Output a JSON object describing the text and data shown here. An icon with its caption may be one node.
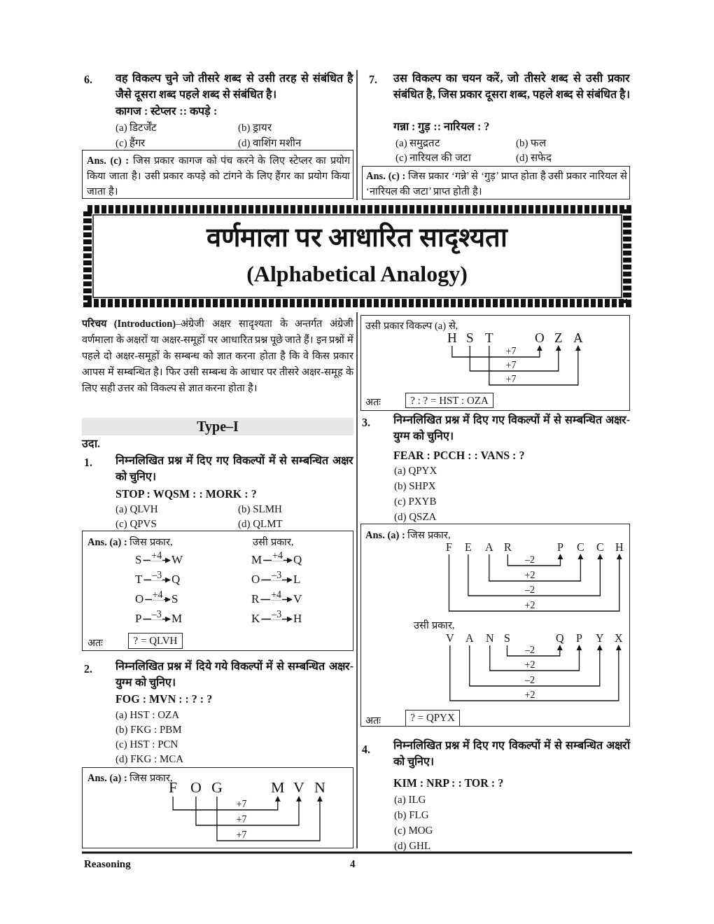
{
  "diagram": {
    "title": "वर्णमाला पर आधारित सादृश्यता",
    "nodes": [
      {
        "text": [
          "**Ans. (c) :** जिस प्रकार कागज को पंच करने के लिए स्टेप्लर का प्रयोग किया जाता है। उसी प्रकार कपड़े को टांगने के लिए हैंगर का प्रयोग किया जाता है।"
        ]
      },
      {
        "text": [
          "**Ans. (c) :** जिस प्रकार ‘गन्ने’ से ‘गुड़’ प्राप्त होता है उसी प्रकार नारियल से ‘नारियल की जटा’ प्राप्त होती है।"
        ]
      },
      {
        "text": [
          "**Ans. (a) :** जिस प्रकार,",
          "उसी प्रकार,",
          "अतः"
        ]
      },
      {
        "text": [
          "S"
        ],
        "in": 2
      },
      {
        "text": [
          "W"
        ],
        "in": 2
      },
      {
        "text": [
          "M"
        ],
        "in": 2
      },
      {
        "text": [
          "Q"
        ],
        "in": 2
      },
      {
        "text": [
          "T"
        ],
        "in": 2
      },
      {
        "text": [
          "Q"
        ],
        "in": 2
      },
      {
        "text": [
          "O"
        ],
        "in": 2
      },
      {
        "text": [
          "L"
        ],
        "in": 2
      },
      {
        "text": [
          "O"
        ],
        "in": 2
      },
      {
        "text": [
          "S"
        ],
        "in": 2
      },
      {
        "text": [
          "R"
        ],
        "in": 2
      },
      {
        "text": [
          "V"
        ],
        "in": 2
      },
      {
        "text": [
          "P"
        ],
        "in": 2
      },
      {
        "text": [
          "M"
        ],
        "in": 2
      },
      {
        "text": [
          "K"
        ],
        "in": 2
      },
      {
        "text": [
          "H"
        ],
        "in": 2
      },
      {
        "text": [
          "? = QLVH"
        ],
        "in": 2
      },
      {
        "text": [
          "**Ans. (a) :** जिस प्रकार,"
        ]
      },
      {
        "text": [
          "F"
        ],
        "in": 20
      },
      {
        "text": [
          "O"
        ],
        "in": 20
      },
      {
        "text": [
          "G"
        ],
        "in": 20
      },
      {
        "text": [
          "M"
        ],
        "in": 20
      },
      {
        "text": [
          "V"
        ],
        "in": 20
      },
      {
        "text": [
          "N"
        ],
        "in": 20
      },
      {
        "text": [
          "उसी प्रकार विकल्प (a) से,",
          "अतः"
        ]
      },
      {
        "text": [
          "H"
        ],
        "in": 27
      },
      {
        "text": [
          "S"
        ],
        "in": 27
      },
      {
        "text": [
          "T"
        ],
        "in": 27
      },
      {
        "text": [
          "O"
        ],
        "in": 27
      },
      {
        "text": [
          "Z"
        ],
        "in": 27
      },
      {
        "text": [
          "A"
        ],
        "in": 27
      },
      {
        "text": [
          "? : ? = HST : OZA"
        ],
        "in": 27
      },
      {
        "text": [
          "**Ans. (a) :** जिस प्रकार,",
          "उसी प्रकार,",
          "अतः"
        ]
      },
      {
        "text": [
          "F"
        ],
        "in": 35
      },
      {
        "text": [
          "E"
        ],
        "in": 35
      },
      {
        "text": [
          "A"
        ],
        "in": 35
      },
      {
        "text": [
          "R"
        ],
        "in": 35
      },
      {
        "text": [
          "P"
        ],
        "in": 35
      },
      {
        "text": [
          "C"
        ],
        "in": 35
      },
      {
        "text": [
          "C"
        ],
        "in": 35
      },
      {
        "text": [
          "H"
        ],
        "in": 35
      },
      {
        "text": [
          "V"
        ],
        "in": 35
      },
      {
        "text": [
          "A"
        ],
        "in": 35
      },
      {
        "text": [
          "N"
        ],
        "in": 35
      },
      {
        "text": [
          "S"
        ],
        "in": 35
      },
      {
        "text": [
          "Q"
        ],
        "in": 35
      },
      {
        "text": [
          "P"
        ],
        "in": 35
      },
      {
        "text": [
          "Y"
        ],
        "in": 35
      },
      {
        "text": [
          "X"
        ],
        "in": 35
      },
      {
        "text": [
          "? = QPYX"
        ],
        "in": 35
      }
    ],
    "edges": [
      {
        "from": 3,
        "to": 4,
        "arrow": "to",
        "label": "+4"
      },
      {
        "from": 5,
        "to": 6,
        "arrow": "to",
        "label": "+4"
      },
      {
        "from": 7,
        "to": 8,
        "arrow": "to",
        "label": "–3"
      },
      {
        "from": 9,
        "to": 10,
        "arrow": "to",
        "label": "–3"
      },
      {
        "from": 11,
        "to": 12,
        "arrow": "to",
        "label": "+4"
      },
      {
        "from": 13,
        "to": 14,
        "arrow": "to",
        "label": "+4"
      },
      {
        "from": 15,
        "to": 16,
        "arrow": "to",
        "label": "–3"
      },
      {
        "from": 17,
        "to": 18,
        "arrow": "to",
        "label": "–3"
      },
      {
        "from": 21,
        "to": 24,
        "arrow": "to",
        "label": "+7"
      },
      {
        "from": 22,
        "to": 25,
        "arrow": "to",
        "label": "+7"
      },
      {
        "from": 23,
        "to": 26,
        "arrow": "to",
        "label": "+7"
      },
      {
        "from": 28,
        "to": 31,
        "arrow": "to",
        "label": "+7"
      },
      {
        "from": 29,
        "to": 32,
        "arrow": "to",
        "label": "+7"
      },
      {
        "from": 30,
        "to": 33,
        "arrow": "to",
        "label": "+7"
      },
      {
        "from": 39,
        "to": 40,
        "arrow": "to",
        "label": "–2"
      },
      {
        "from": 38,
        "to": 41,
        "arrow": "to",
        "label": "+2"
      },
      {
        "from": 37,
        "to": 42,
        "arrow": "to",
        "label": "–2"
      },
      {
        "from": 36,
        "to": 43,
        "arrow": "to",
        "label": "+2"
      },
      {
        "from": 47,
        "to": 48,
        "arrow": "to",
        "label": "–2"
      },
      {
        "from": 46,
        "to": 49,
        "arrow": "to",
        "label": "+2"
      },
      {
        "from": 45,
        "to": 50,
        "arrow": "to",
        "label": "–2"
      },
      {
        "from": 44,
        "to": 51,
        "arrow": "to",
        "label": "+2"
      }
    ],
    "labels": [
      "6.",
      "वह विकल्प चुने जो तीसरे शब्द से उसी तरह से संबंधित है जैसे दूसरा शब्द पहले शब्द से संबंधित है।",
      "कागज : स्टेप्लर :: कपड़े :",
      "(a) डिटर्जेंट",
      "(b) ड्रायर",
      "(c) हैंगर",
      "(d) वाशिंग मशीन",
      "7.",
      "उस विकल्प का चयन करें, जो तीसरे शब्द से उसी प्रकार संबंधित है, जिस प्रकार दूसरा शब्द, पहले शब्द से संबंधित है।",
      "गन्ना : गुड़ :: नारियल : ?",
      "(a) समुद्रतट",
      "(b) फल",
      "(c) नारियल की जटा",
      "(d) सफेद",
      "(Alphabetical Analogy)",
      "**परिचय (Introduction)**–अंग्रेजी अक्षर सादृश्यता के अन्तर्गत अंग्रेजी वर्णमाला के अक्षरों या अक्षर-समूहों पर आधारित प्रश्न पूछे जाते हैं। इन प्रश्नों में पहले दो अक्षर-समूहों के सम्बन्ध को ज्ञात करना होता है कि वे किस प्रकार आपस में सम्बन्धित है। फिर उसी सम्बन्ध के आधार पर तीसरे अक्षर-समूह के लिए सही उत्तर को विकल्प से ज्ञात करना होता है।",
      "Type–I",
      "उदा.",
      "1.",
      "निम्नलिखित प्रश्न में दिए गए विकल्पों में से सम्बन्धित अक्षर को चुनिए।",
      "STOP : WQSM : : MORK : ?",
      "(a) QLVH",
      "(b) SLMH",
      "(c) QPVS",
      "(d) QLMT",
      "2.",
      "निम्नलिखित प्रश्न में दिये गये विकल्पों में से सम्बन्धित अक्षर-युग्म को चुनिए।",
      "FOG : MVN : : ? : ?",
      "(a) HST : OZA",
      "(b) FKG : PBM",
      "(c) HST : PCN",
      "(d) FKG : MCA",
      "3.",
      "निम्नलिखित प्रश्न में दिए गए विकल्पों में से सम्बन्धित अक्षर-युग्म को चुनिए।",
      "FEAR : PCCH : : VANS : ?",
      "(a) QPYX",
      "(b) SHPX",
      "(c) PXYB",
      "(d) QSZA",
      "4.",
      "निम्नलिखित प्रश्न में दिए गए विकल्पों में से सम्बन्धित अक्षरों को चुनिए।",
      "KIM : NRP : : TOR : ?",
      "(a) ILG",
      "(b) FLG",
      "(c) MOG",
      "(d) GHL",
      "Reasoning",
      "4"
    ]
  }
}
